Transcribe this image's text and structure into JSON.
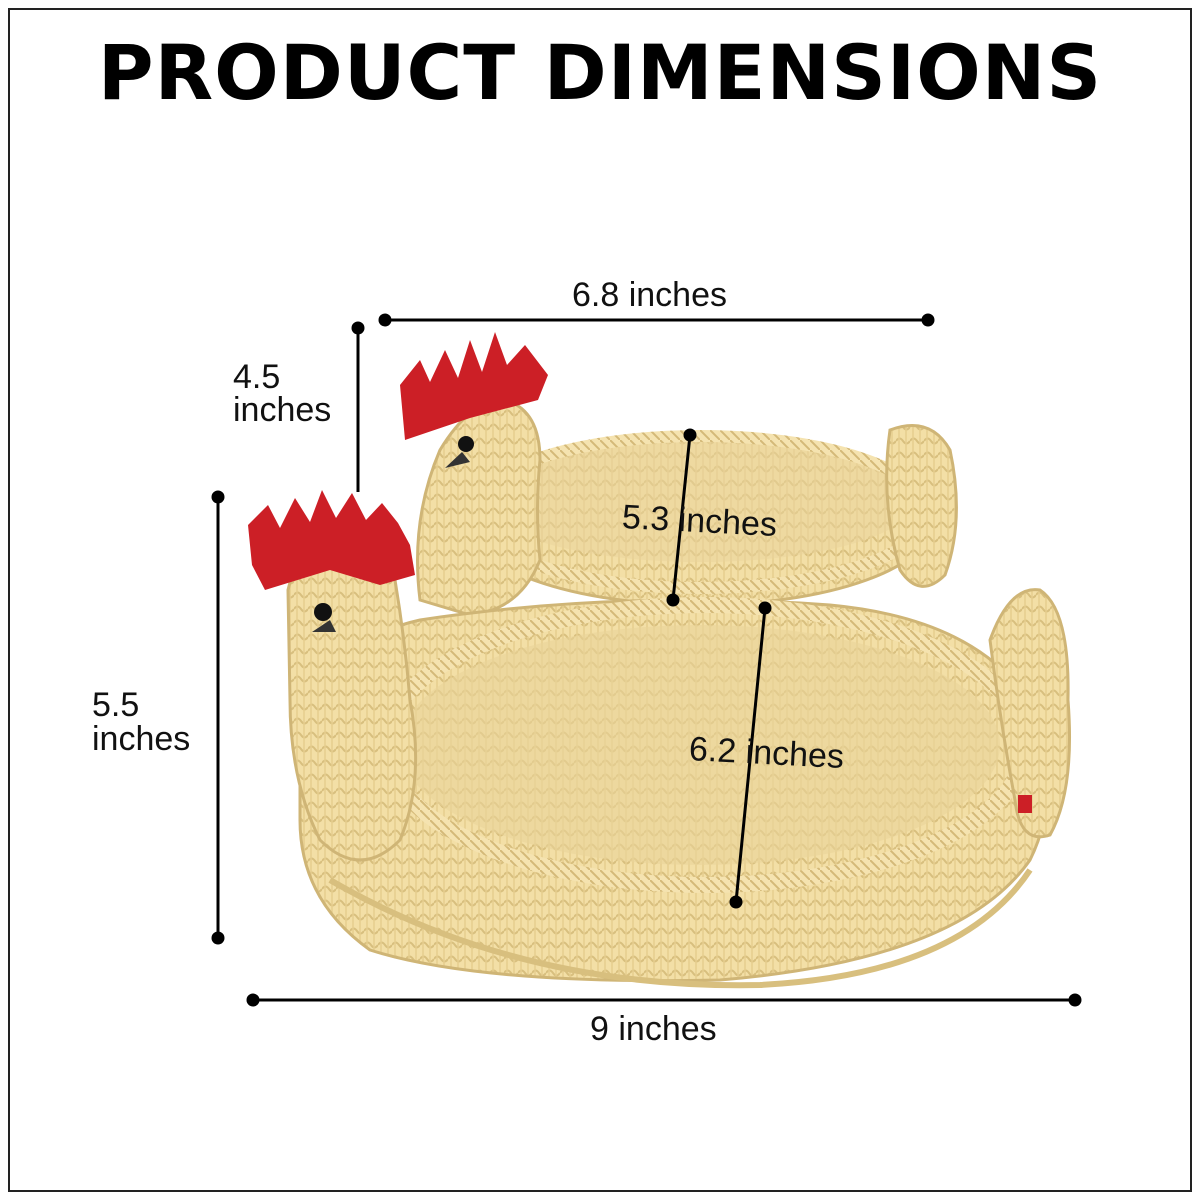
{
  "title": "PRODUCT DIMENSIONS",
  "labels": {
    "top_width": "6.8 inches",
    "small_height_num": "4.5",
    "small_height_unit": "inches",
    "small_depth": "5.3 inches",
    "large_height_num": "5.5",
    "large_height_unit": "inches",
    "large_depth": "6.2 inches",
    "bottom_width": "9 inches"
  },
  "colors": {
    "wicker": "#f3dfa6",
    "wicker_dark": "#d8bf7e",
    "comb": "#cc1f26",
    "line": "#000000"
  }
}
